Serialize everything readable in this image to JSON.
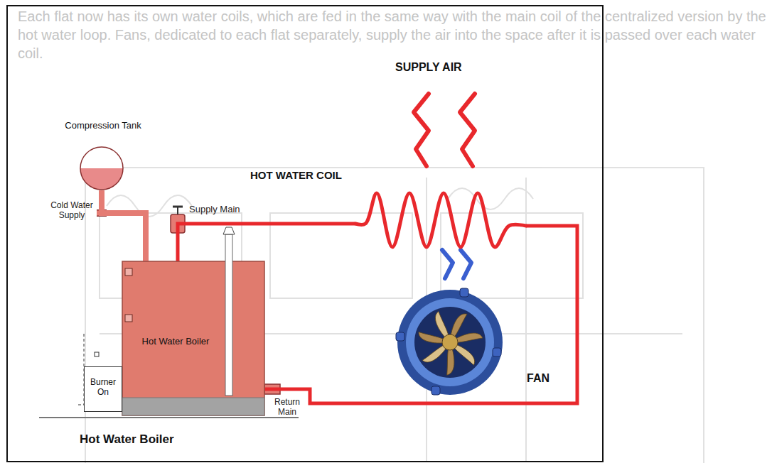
{
  "diagram": {
    "caption": "Hot Water Boiler",
    "nodes": [
      {
        "text": [
          "Compression Tank"
        ]
      },
      {
        "text": [
          "Hot Water Boiler"
        ]
      },
      {
        "text": [
          "Burner On"
        ]
      },
      {
        "text": [
          "HOT WATER COIL"
        ]
      },
      {
        "text": [
          "FAN"
        ]
      }
    ],
    "edges": [
      {
        "from": 0,
        "to": 1,
        "arrow": "none"
      },
      {
        "from": 1,
        "to": 3,
        "arrow": "none"
      },
      {
        "from": 3,
        "to": 1,
        "arrow": "none"
      }
    ],
    "labels": [
      "Each flat now has its own water coils, which are fed in the same way with the main coil of the centralized version by the hot water loop. Fans, dedicated to each flat separately, supply the air into the space after it is passed over each water coil.",
      "SUPPLY AIR",
      "Cold Water Supply",
      "Supply Main",
      "Return Main"
    ]
  }
}
